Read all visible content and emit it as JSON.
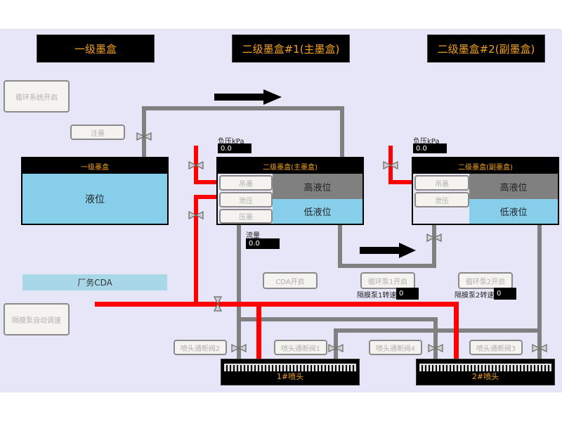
{
  "headers": {
    "primary": "一级墨盒",
    "secondary1": "二级墨盒#1(主墨盒)",
    "secondary2": "二级墨盒#2(副墨盒)"
  },
  "buttons": {
    "circulation_system_toggle": "循环系统开启",
    "fill_ink": "注墨",
    "diaphragm_pump_auto_speed": "隔膜泵自动调速",
    "cda_toggle": "CDA开启",
    "circ_pump1_toggle": "循环泵1开启",
    "circ_pump2_toggle": "循环泵2开启",
    "nozzle_valve1": "喷头通断阀1",
    "nozzle_valve2": "喷头通断阀2",
    "nozzle_valve3": "喷头通断阀3",
    "nozzle_valve4": "喷头通断阀4"
  },
  "tank_primary": {
    "title": "一级墨盒",
    "level_label": "液位",
    "color_level": "#87ceeb"
  },
  "tank_main": {
    "title": "二级墨盒(主墨盒)",
    "buttons": [
      "吊墨",
      "泄压",
      "压墨"
    ],
    "high_level": "高液位",
    "low_level": "低液位",
    "pressure_label": "负压kPa",
    "pressure_value": "0.0",
    "flow_label": "流量",
    "flow_value": "0.0"
  },
  "tank_sub": {
    "title": "二级墨盒(副墨盒)",
    "buttons": [
      "吊墨",
      "泄压"
    ],
    "high_level": "高液位",
    "low_level": "低液位",
    "pressure_label": "负压kPa",
    "pressure_value": "0.0"
  },
  "pumps": {
    "pump1_speed_label": "隔膜泵1转速",
    "pump1_speed_value": "0",
    "pump2_speed_label": "隔膜泵2转速",
    "pump2_speed_value": "0"
  },
  "cda_label": "厂务CDA",
  "nozzles": {
    "nozzle1": "1#喷头",
    "nozzle2": "2#喷头"
  },
  "colors": {
    "background": "#e6e6f8",
    "ink_pipe": "#808080",
    "air_pipe": "#ff0000",
    "header_text": "#f0a020",
    "high_level": "#808080",
    "low_level": "#87ceeb"
  }
}
